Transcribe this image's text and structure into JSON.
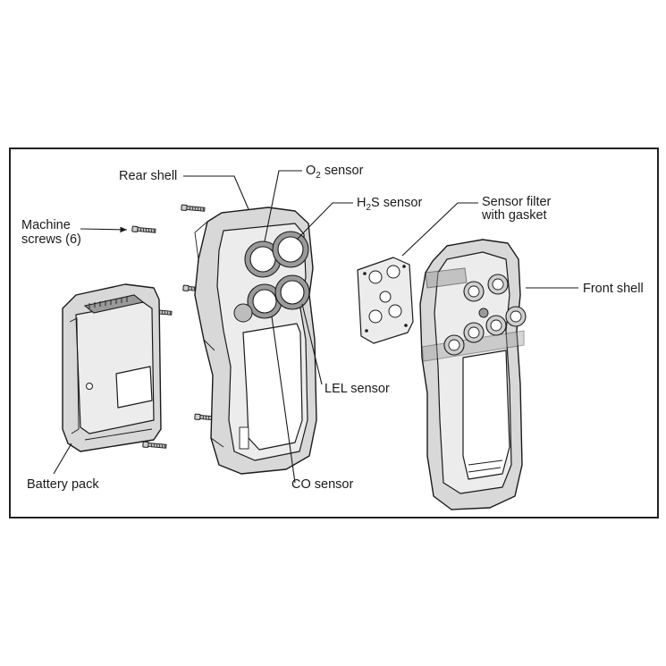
{
  "labels": {
    "rear_shell": "Rear shell",
    "o2_prefix": "O",
    "o2_subscript": "2",
    "o2_suffix": " sensor",
    "h2s_prefix": "H",
    "h2s_subscript": "2",
    "h2s_suffix": "S sensor",
    "sensor_filter_line1": "Sensor filter",
    "sensor_filter_line2": "with gasket",
    "machine_screws_line1": "Machine",
    "machine_screws_line2": "screws (6)",
    "front_shell": "Front shell",
    "lel_sensor": "LEL sensor",
    "battery_pack": "Battery pack",
    "co_sensor": "CO sensor"
  },
  "parts": [
    "machine-screw-icon",
    "battery-pack-icon",
    "rear-shell-icon",
    "sensor-filter-gasket-icon",
    "front-shell-icon"
  ]
}
